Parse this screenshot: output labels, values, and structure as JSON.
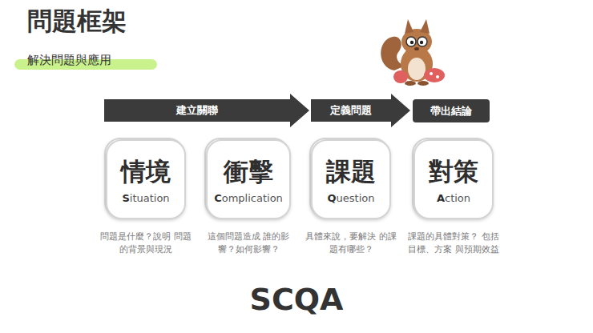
{
  "diagram": {
    "title": "問題框架",
    "caption": "SCQA",
    "nodes": [
      {
        "text": [
          "建立關聯"
        ]
      },
      {
        "text": [
          "定義問題"
        ]
      },
      {
        "text": [
          "帶出結論"
        ]
      },
      {
        "text": [
          "情境",
          "Situation",
          "問題是什麼？說明 問題的背景與現況"
        ]
      },
      {
        "text": [
          "衝擊",
          "Complication",
          "這個問題造成 誰的影響？如何影響？"
        ]
      },
      {
        "text": [
          "課題",
          "Question",
          "具體來說，要解決 的課題有哪些？"
        ]
      },
      {
        "text": [
          "對策",
          "Action",
          "課題的具體對策？ 包括目標、方案 與預期效益"
        ]
      }
    ],
    "labels": [
      "解決問題與應用"
    ]
  }
}
